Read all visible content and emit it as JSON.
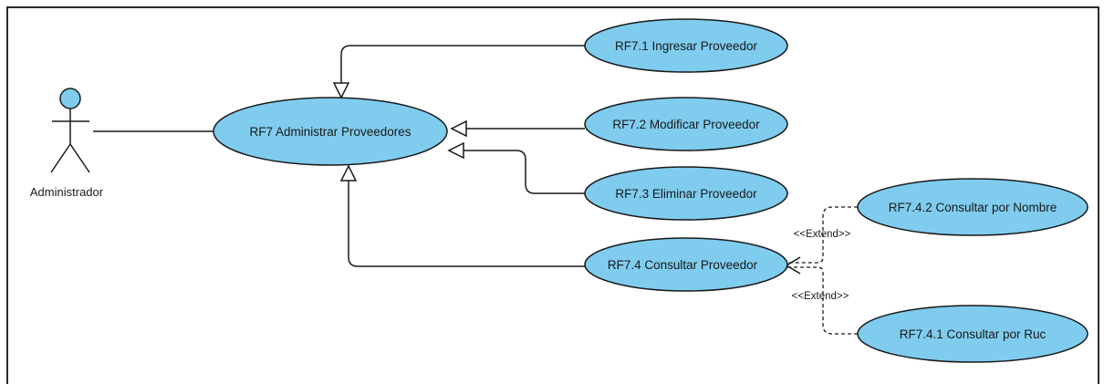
{
  "colors": {
    "fill": "#7fccee",
    "stroke": "#1a1a1a",
    "border": "#2b2b2b",
    "background": "#ffffff"
  },
  "actor": {
    "label": "Administrador"
  },
  "use_cases": {
    "rf7": "RF7 Administrar Proveedores",
    "rf71": "RF7.1 Ingresar Proveedor",
    "rf72": "RF7.2 Modificar Proveedor",
    "rf73": "RF7.3 Eliminar Proveedor",
    "rf74": "RF7.4 Consultar Proveedor",
    "rf742": "RF7.4.2 Consultar por Nombre",
    "rf741": "RF7.4.1 Consultar por Ruc"
  },
  "relations": {
    "extend_label": "<<Extend>>"
  }
}
